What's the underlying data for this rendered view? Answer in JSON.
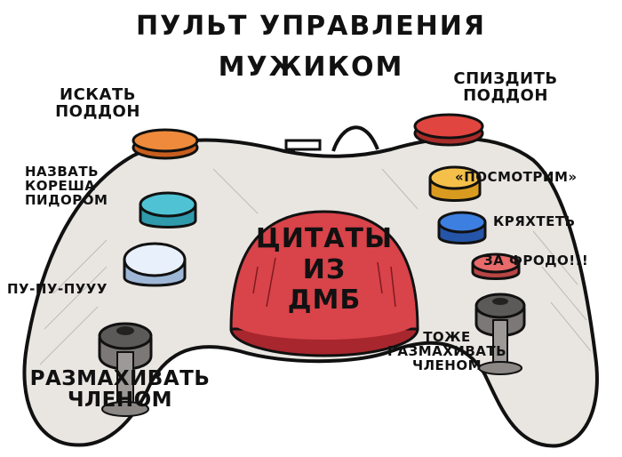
{
  "title": {
    "line1": "ПУЛЬТ УПРАВЛЕНИЯ",
    "line2": "МУЖИКОМ"
  },
  "buttons": {
    "top_left": "ИСКАТЬ ПОДДОН",
    "top_right": "СПИЗДИТЬ ПОДДОН",
    "left_teal": "НАЗВАТЬ КОРЕША ПИДОРОМ",
    "left_white": "ПУ-ПУ-ПУУУ",
    "right_yellow": "«ПОСМОТРИМ»",
    "right_blue": "КРЯХТЕТЬ",
    "right_pink": "ЗА ФРОДО!!!",
    "left_stick": "РАЗМАХИВАТЬ ЧЛЕНОМ",
    "right_stick": "ТОЖЕ РАЗМАХИВАТЬ ЧЛЕНОМ"
  },
  "center_button": {
    "line1": "ЦИТАТЫ",
    "line2": "ИЗ",
    "line3": "ДМБ"
  },
  "colors": {
    "controller_body": "#e9e6e2",
    "outline": "#111111",
    "center_red": "#d9434a",
    "orange": "#ef8a3c",
    "red_top": "#e0463f",
    "teal": "#4fc3d4",
    "white_button": "#e8f0fb",
    "yellow": "#f5c04a",
    "blue": "#3d7fe0",
    "pink": "#e86a6a"
  }
}
